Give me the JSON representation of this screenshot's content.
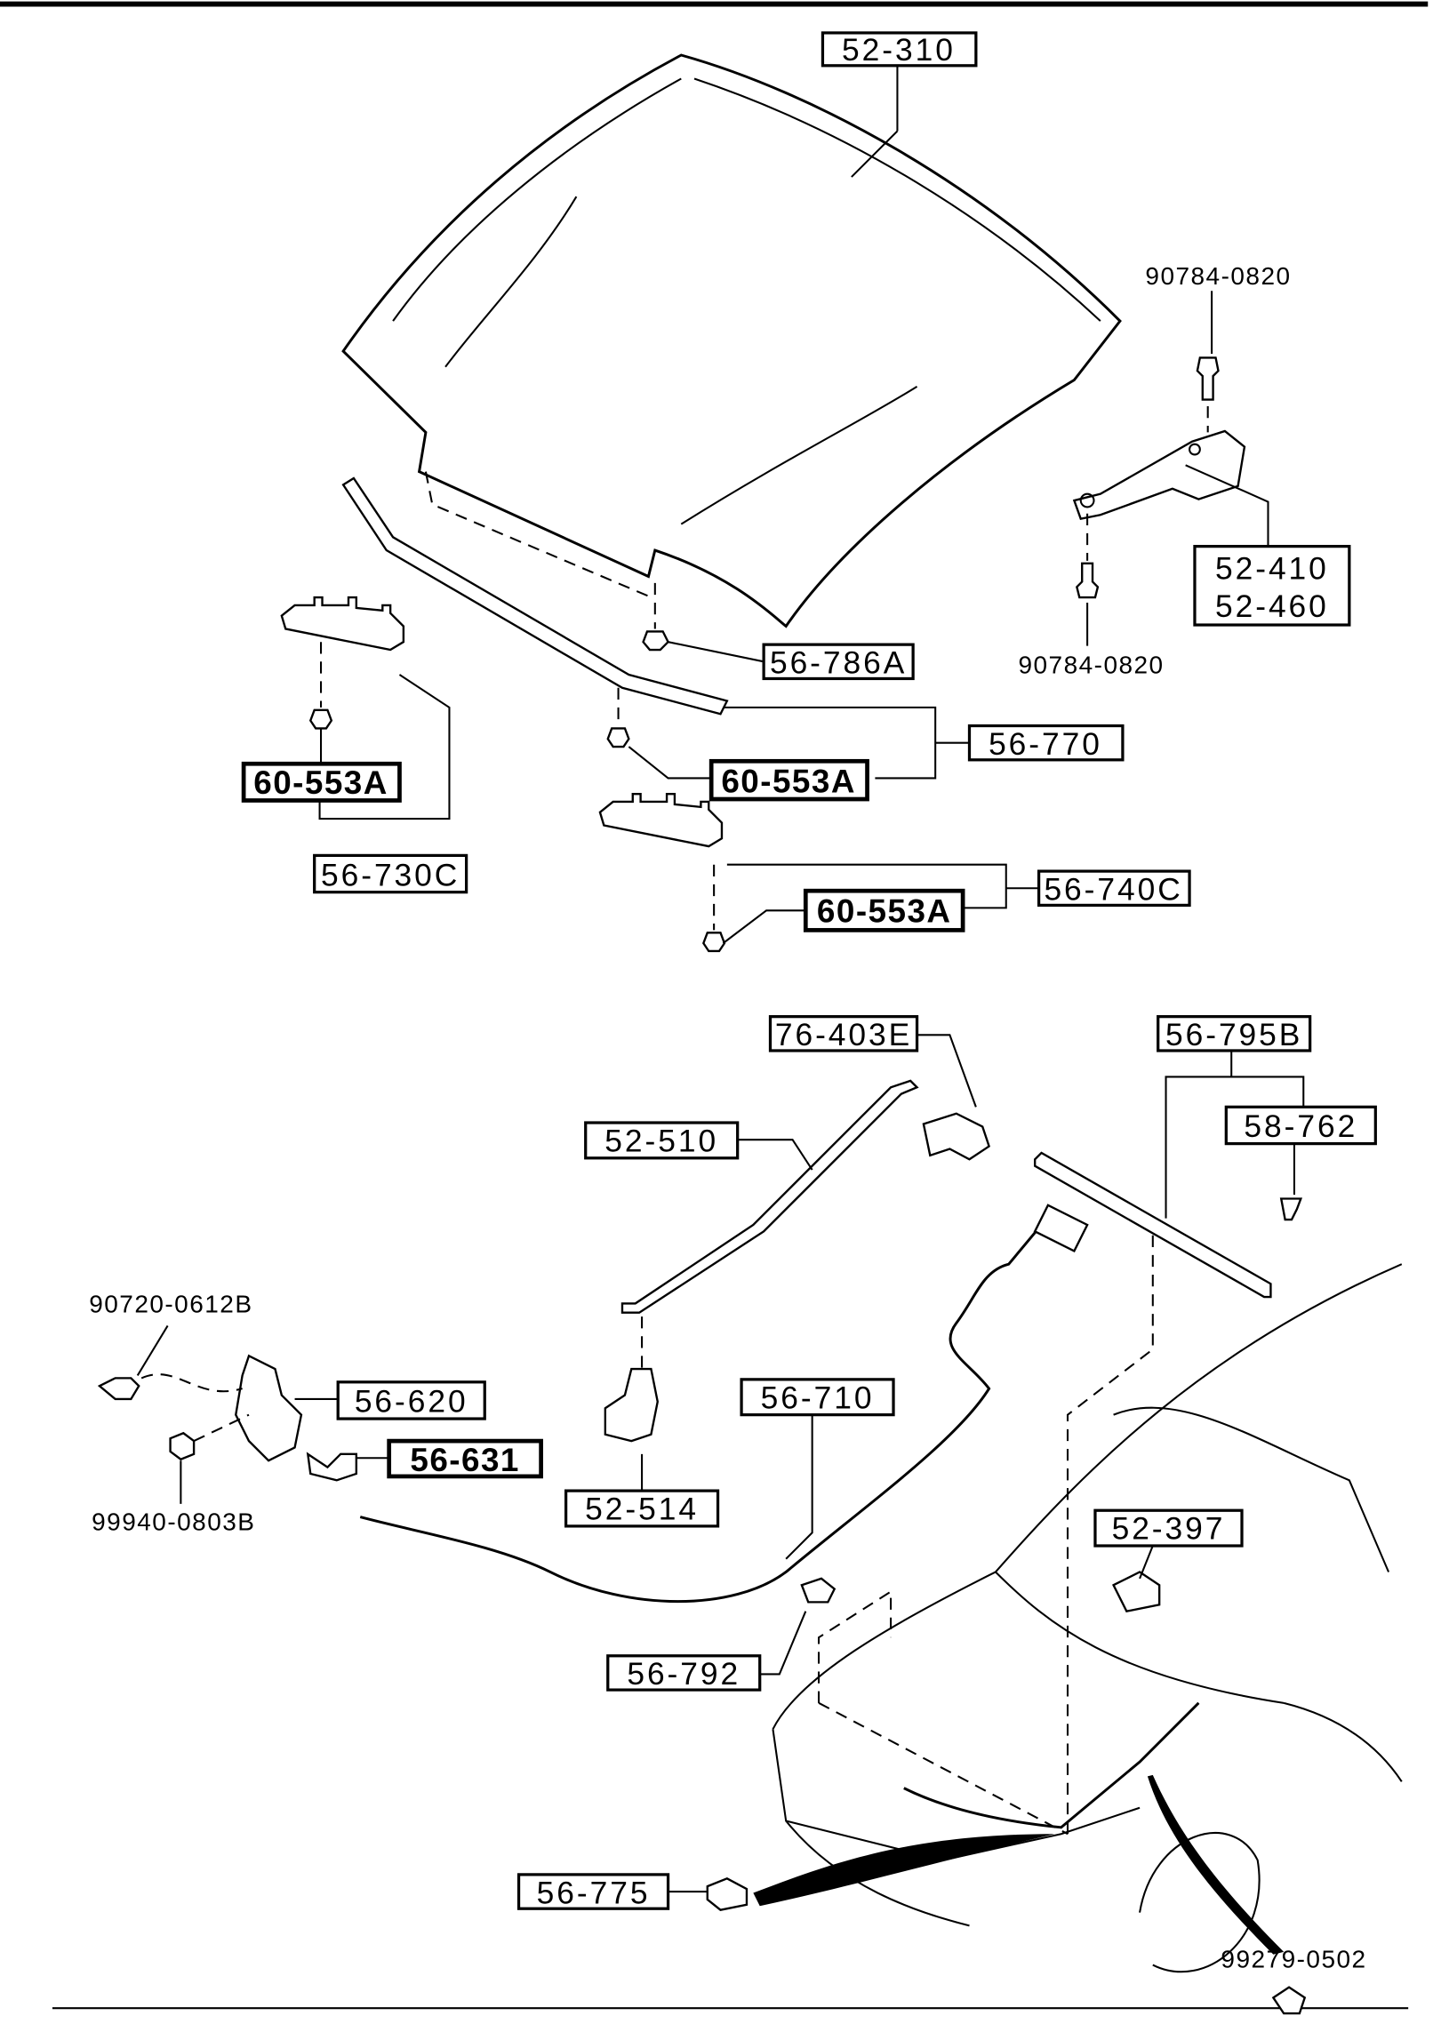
{
  "diagram": {
    "parts": {
      "hood": "52-310",
      "hinge_bolt_top": "90784-0820",
      "hinge_line1": "52-410",
      "hinge_line2": "52-460",
      "hinge_bolt_bottom": "90784-0820",
      "hood_clip": "56-786A",
      "seal": "56-770",
      "clip_left": "60-553A",
      "clip_mid": "60-553A",
      "clip_lower": "60-553A",
      "guard_left": "56-730C",
      "guard_right": "56-740C",
      "stay_holder": "76-403E",
      "weatherstrip": "56-795B",
      "fastener": "58-762",
      "support_rod": "52-510",
      "latch_bolt": "90720-0612B",
      "latch": "56-620",
      "latch_cover": "56-631",
      "release_cable": "56-710",
      "rod_holder": "52-514",
      "latch_nut": "99940-0803B",
      "bumper_stop": "52-397",
      "cushion": "56-792",
      "cable_clip": "56-775",
      "cable_clamp": "99279-0502"
    }
  }
}
